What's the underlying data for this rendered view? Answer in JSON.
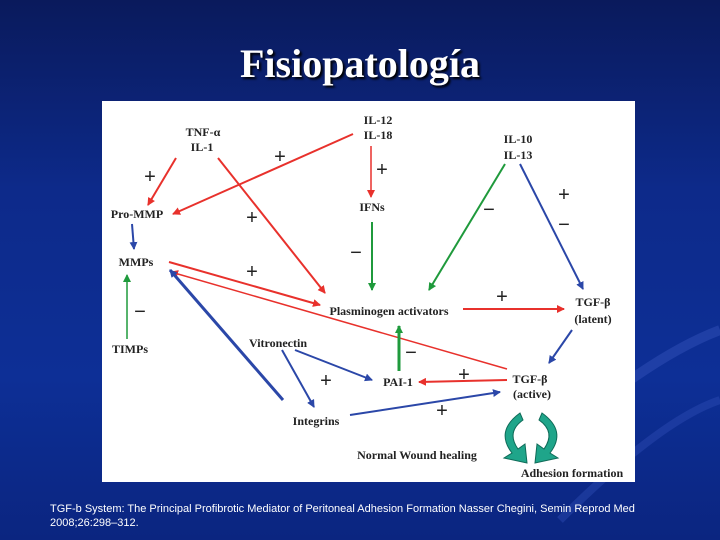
{
  "slide": {
    "title": "Fisiopatología",
    "citation": "TGF-b System: The Principal Profibrotic Mediator of Peritoneal Adhesion Formation Nasser Chegini, Semin Reprod Med 2008;26:298–312."
  },
  "diagram": {
    "nodes": {
      "tnf": "TNF-α",
      "il1": "IL-1",
      "il12": "IL-12",
      "il18": "IL-18",
      "il10": "IL-10",
      "il13": "IL-13",
      "promm": "Pro-MMP",
      "ifns": "IFNs",
      "mmps": "MMPs",
      "timps": "TIMPs",
      "plasminogen": "Plasminogen activators",
      "tgf_latent_1": "TGF-β",
      "tgf_latent_2": "(latent)",
      "vitronectin": "Vitronectin",
      "pai1": "PAI-1",
      "tgf_active_1": "TGF-β",
      "tgf_active_2": "(active)",
      "integrins": "Integrins",
      "wound": "Normal Wound healing",
      "adhesion": "Adhesion formation"
    },
    "signs": {
      "plus": "+",
      "minus": "−"
    },
    "colors": {
      "red": "#e8312c",
      "blue": "#2b47a8",
      "green": "#1f9a3c",
      "teal": "#1fa58a"
    }
  }
}
